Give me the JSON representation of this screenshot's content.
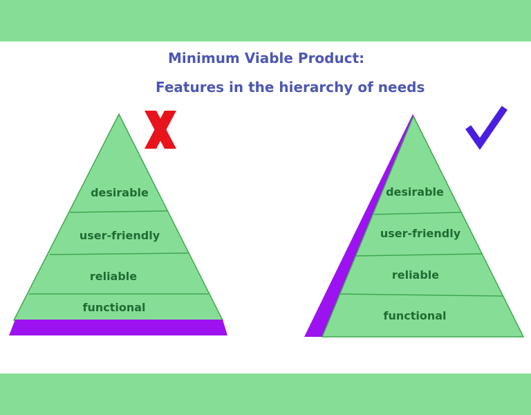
{
  "header": {
    "title_line1": "Minimum Viable Product:",
    "title_line2": "Features in the hierarchy of needs"
  },
  "left_pyramid": {
    "mark_icon": "cross-icon",
    "tiers": [
      "desirable",
      "user-friendly",
      "reliable",
      "functional"
    ]
  },
  "right_pyramid": {
    "mark_icon": "check-icon",
    "tiers": [
      "desirable",
      "user-friendly",
      "reliable",
      "functional"
    ]
  },
  "colors": {
    "band": "#86de96",
    "tier_fill": "#86de96",
    "tier_stroke": "#3ea650",
    "accent_purple": "#9c12f0",
    "cross": "#e8141c",
    "check": "#4a1ee0",
    "title": "#4c56b2",
    "tier_text": "#1f6b33"
  }
}
